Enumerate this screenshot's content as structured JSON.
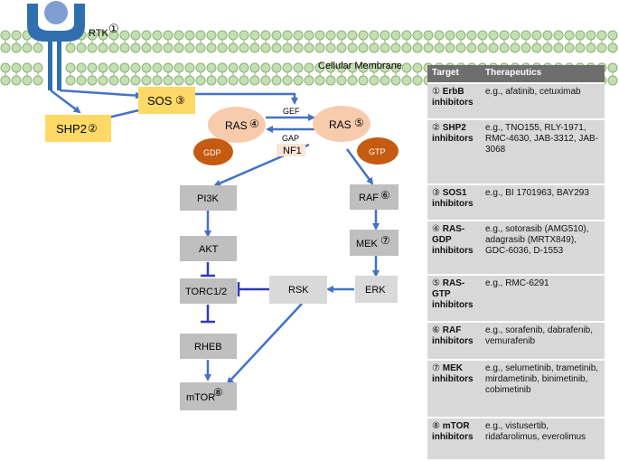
{
  "diagram": {
    "labels": {
      "rtk": "RTK",
      "rtk_num": "①",
      "membrane": "Cellular Membrane",
      "sos": "SOS",
      "sos_num": "③",
      "shp2": "SHP2",
      "shp2_num": "②",
      "ras_gdp": "RAS",
      "ras_gdp_num": "④",
      "ras_gtp": "RAS",
      "ras_gtp_num": "⑤",
      "gef": "GEF",
      "gap": "GAP",
      "nf1": "NF1",
      "gdp": "GDP",
      "gtp": "GTP",
      "pi3k": "PI3K",
      "akt": "AKT",
      "torc": "TORC1/2",
      "rheb": "RHEB",
      "mtor": "mTOR",
      "mtor_num": "⑧",
      "raf": "RAF",
      "raf_num": "⑥",
      "mek": "MEK",
      "mek_num": "⑦",
      "erk": "ERK",
      "rsk": "RSK"
    },
    "colors": {
      "arrow": "#4472c4",
      "inhibit": "#2e3cb4",
      "membrane_head": "#c5dfb4",
      "membrane_edge": "#8bb072",
      "receptor": "#2f6fb0",
      "ligand": "#7f9fd3",
      "sos_shp2_box": "#ffd966",
      "ras_oval": "#f8cbad",
      "gdp_gtp_oval": "#c55a11",
      "pathway_box": "#bfbfbf",
      "nf1_box": "#fbe5d6"
    }
  },
  "table": {
    "headers": {
      "target": "Target",
      "therapeutics": "Therapeutics"
    },
    "rows": [
      {
        "num": "①",
        "target": "ErbB inhibitors",
        "drugs": "e.g., afatinib, cetuximab"
      },
      {
        "num": "②",
        "target": "SHP2 inhibitors",
        "drugs": "e.g., TNO155, RLY-1971, RMC-4630, JAB-3312, JAB-3068"
      },
      {
        "num": "③",
        "target": "SOS1 inhibitors",
        "drugs": "e.g., BI 1701963, BAY293"
      },
      {
        "num": "④",
        "target": "RAS-GDP inhibitors",
        "drugs": "e.g., sotorasib (AMG510), adagrasib (MRTX849), GDC-6036, D-1553"
      },
      {
        "num": "⑤",
        "target": "RAS-GTP inhibitors",
        "drugs": "e.g., RMC-6291"
      },
      {
        "num": "⑥",
        "target": "RAF inhibitors",
        "drugs": "e.g., sorafenib, dabrafenib, vemurafenib"
      },
      {
        "num": "⑦",
        "target": "MEK inhibitors",
        "drugs": "e.g., selumetinib, trametinib, mirdametinib, binimetinib, cobimetinib"
      },
      {
        "num": "⑧",
        "target": "mTOR inhibitors",
        "drugs": "e.g., vistusertib, ridafarolimus, everolimus"
      }
    ]
  }
}
